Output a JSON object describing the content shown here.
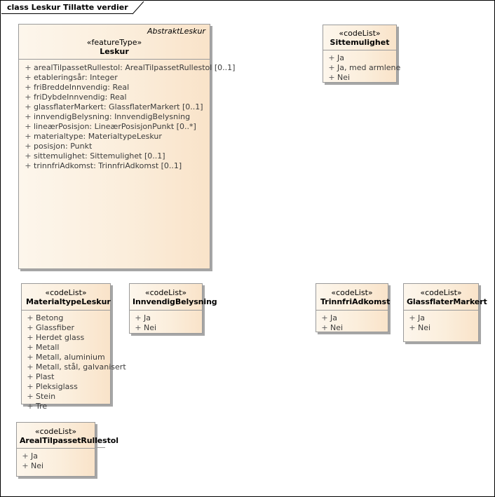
{
  "diagram": {
    "frame_label": "class Leskur Tillatte verdier",
    "visibility_symbol": "+",
    "colors": {
      "box_fill_light": "#fdf6ec",
      "box_fill_dark": "#f9e3c9",
      "box_border": "#9a9a9a",
      "shadow": "#a6a6a6",
      "text": "#3b3b3b",
      "canvas_border": "#000000"
    }
  },
  "classes": {
    "leskur": {
      "stereotype": "«featureType»",
      "name": "Leskur",
      "abstract_parent": "AbstraktLeskur",
      "attributes": [
        {
          "visibility": "+",
          "text": "arealTilpassetRullestol: ArealTilpassetRullestol [0..1]"
        },
        {
          "visibility": "+",
          "text": "etableringsår: Integer"
        },
        {
          "visibility": "+",
          "text": "friBreddeInnvendig: Real"
        },
        {
          "visibility": "+",
          "text": "friDybdeInnvendig: Real"
        },
        {
          "visibility": "+",
          "text": "glassflaterMarkert: GlassflaterMarkert [0..1]"
        },
        {
          "visibility": "+",
          "text": "innvendigBelysning: InnvendigBelysning"
        },
        {
          "visibility": "+",
          "text": "lineærPosisjon: LineærPosisjonPunkt [0..*]"
        },
        {
          "visibility": "+",
          "text": "materialtype: MaterialtypeLeskur"
        },
        {
          "visibility": "+",
          "text": "posisjon: Punkt"
        },
        {
          "visibility": "+",
          "text": "sittemulighet: Sittemulighet [0..1]"
        },
        {
          "visibility": "+",
          "text": "trinnfriAdkomst: TrinnfriAdkomst [0..1]"
        }
      ]
    },
    "sittemulighet": {
      "stereotype": "«codeList»",
      "name": "Sittemulighet",
      "attributes": [
        {
          "visibility": "+",
          "text": "Ja"
        },
        {
          "visibility": "+",
          "text": "Ja, med armlene"
        },
        {
          "visibility": "+",
          "text": "Nei"
        }
      ]
    },
    "materialtype_leskur": {
      "stereotype": "«codeList»",
      "name": "MaterialtypeLeskur",
      "attributes": [
        {
          "visibility": "+",
          "text": "Betong"
        },
        {
          "visibility": "+",
          "text": "Glassfiber"
        },
        {
          "visibility": "+",
          "text": "Herdet glass"
        },
        {
          "visibility": "+",
          "text": "Metall"
        },
        {
          "visibility": "+",
          "text": "Metall, aluminium"
        },
        {
          "visibility": "+",
          "text": "Metall, stål, galvanisert"
        },
        {
          "visibility": "+",
          "text": "Plast"
        },
        {
          "visibility": "+",
          "text": "Pleksiglass"
        },
        {
          "visibility": "+",
          "text": "Stein"
        },
        {
          "visibility": "+",
          "text": "Tre"
        }
      ]
    },
    "innvendig_belysning": {
      "stereotype": "«codeList»",
      "name": "InnvendigBelysning",
      "attributes": [
        {
          "visibility": "+",
          "text": "Ja"
        },
        {
          "visibility": "+",
          "text": "Nei"
        }
      ]
    },
    "trinnfri_adkomst": {
      "stereotype": "«codeList»",
      "name": "TrinnfriAdkomst",
      "attributes": [
        {
          "visibility": "+",
          "text": "Ja"
        },
        {
          "visibility": "+",
          "text": "Nei"
        }
      ]
    },
    "glassflater_markert": {
      "stereotype": "«codeList»",
      "name": "GlassflaterMarkert",
      "attributes": [
        {
          "visibility": "+",
          "text": "Ja"
        },
        {
          "visibility": "+",
          "text": "Nei"
        }
      ]
    },
    "areal_tilpasset_rullestol": {
      "stereotype": "«codeList»",
      "name": "ArealTilpassetRullestol",
      "attributes": [
        {
          "visibility": "+",
          "text": "Ja"
        },
        {
          "visibility": "+",
          "text": "Nei"
        }
      ]
    }
  }
}
